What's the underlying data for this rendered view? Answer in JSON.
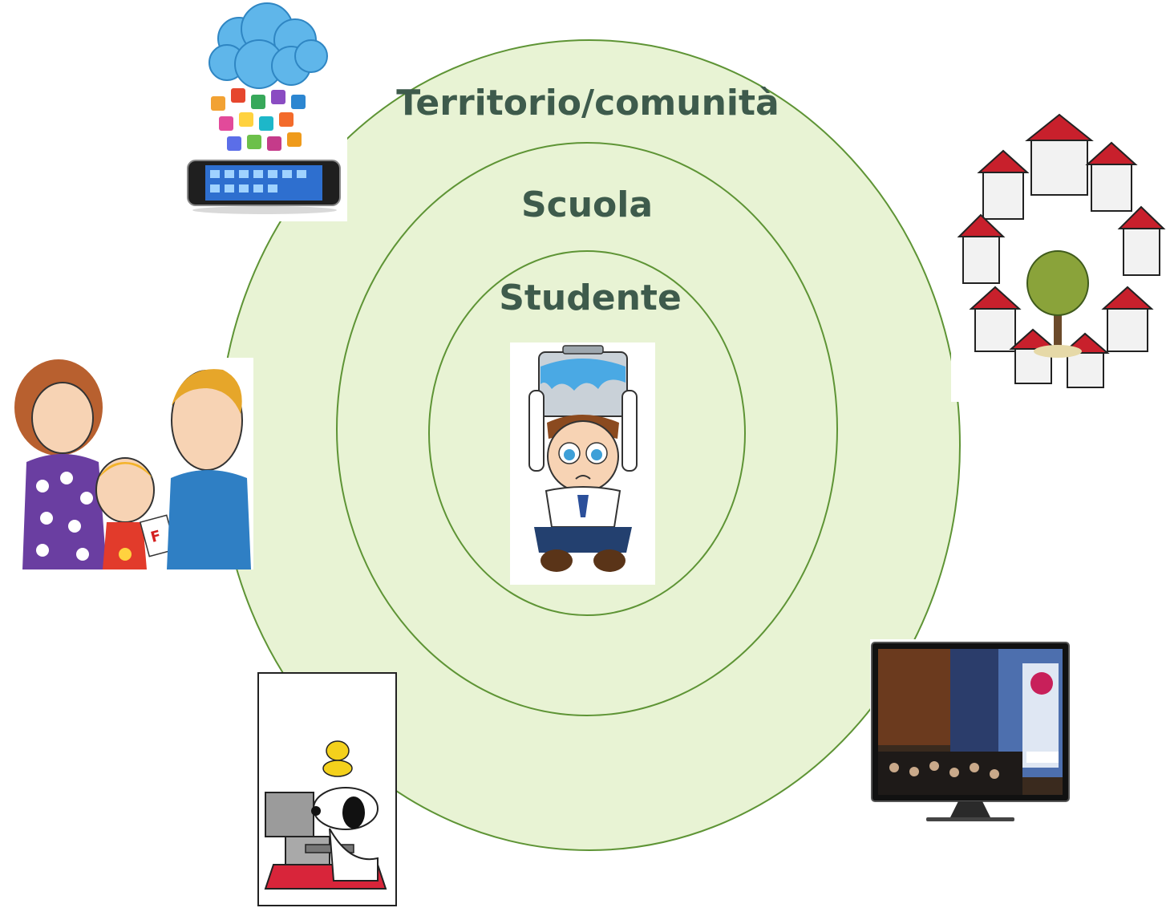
{
  "rings": [
    {
      "name": "outer",
      "label": "Territorio/comunità"
    },
    {
      "name": "middle",
      "label": "Scuola"
    },
    {
      "name": "inner",
      "label": "Studente"
    }
  ],
  "colors": {
    "ring_fill": "#e8f3d4",
    "ring_stroke": "#5e9435",
    "label_text": "#3e5b4c"
  },
  "illustrations": [
    {
      "name": "cloud-apps-smartphone-illustration",
      "depicts": "smartphone under cloud raining app icons"
    },
    {
      "name": "village-houses-illustration",
      "depicts": "ring of red-roofed houses around a tree"
    },
    {
      "name": "parents-child-illustration",
      "depicts": "angry parents with crying child holding F grade"
    },
    {
      "name": "student-with-pot-illustration",
      "depicts": "worried boy carrying pot on head"
    },
    {
      "name": "snoopy-computer-illustration",
      "depicts": "cartoon dog typing at computer"
    },
    {
      "name": "tv-screen-illustration",
      "depicts": "flat TV showing a crowded city street"
    }
  ]
}
